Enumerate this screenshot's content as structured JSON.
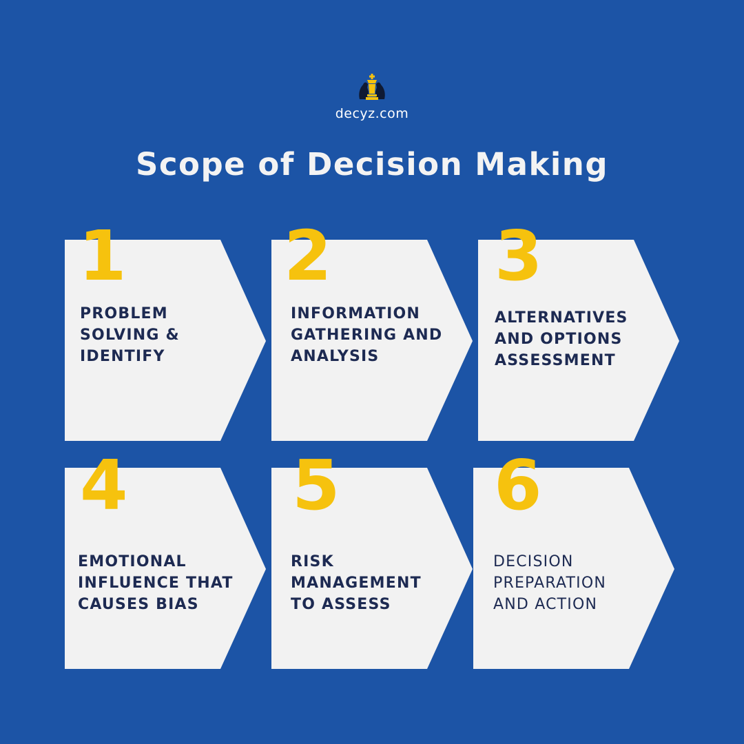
{
  "header": {
    "logo_icon": "chess-king-icon",
    "site": "decyz.com",
    "title": "Scope of Decision Making"
  },
  "colors": {
    "background": "#1c54a6",
    "card": "#f2f2f2",
    "number": "#f6c20e",
    "label": "#1d2a52"
  },
  "steps": [
    {
      "number": "1",
      "label": "PROBLEM\nSOLVING &\nIDENTIFY"
    },
    {
      "number": "2",
      "label": "INFORMATION\nGATHERING AND\nANALYSIS"
    },
    {
      "number": "3",
      "label": "ALTERNATIVES\nAND OPTIONS\nASSESSMENT"
    },
    {
      "number": "4",
      "label": "EMOTIONAL\nINFLUENCE THAT\nCAUSES BIAS"
    },
    {
      "number": "5",
      "label": "RISK\nMANAGEMENT\nTO ASSESS"
    },
    {
      "number": "6",
      "label": "DECISION\nPREPARATION\nAND ACTION"
    }
  ]
}
